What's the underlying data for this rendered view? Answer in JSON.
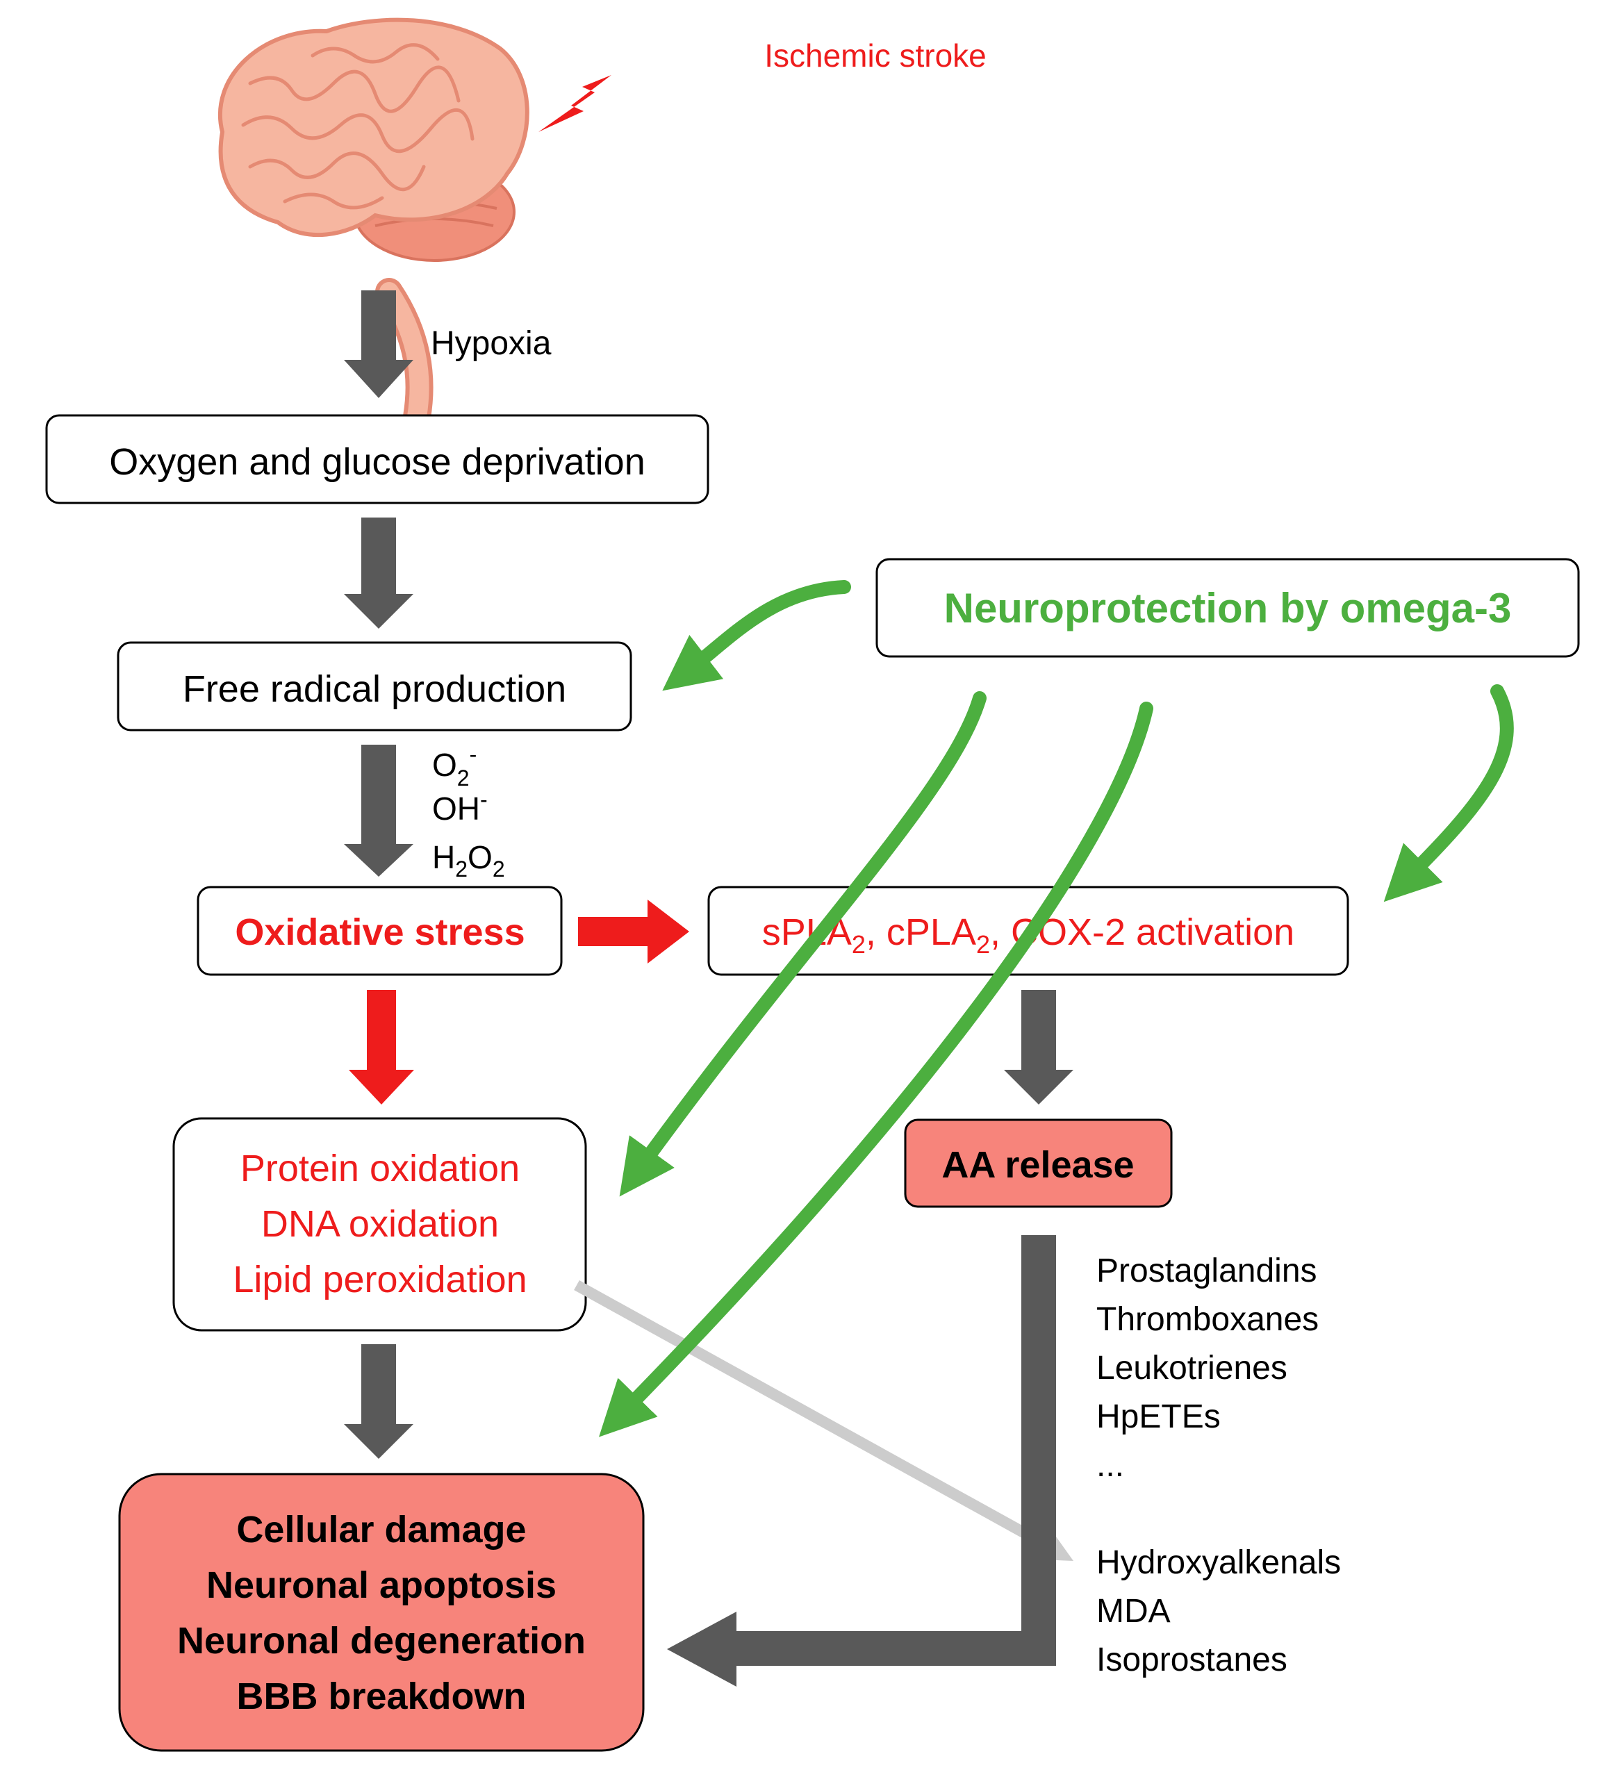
{
  "stroke_label": "Ischemic stroke",
  "hypoxia_label": "Hypoxia",
  "boxes": {
    "ogd": "Oxygen and glucose deprivation",
    "free_radical": "Free radical production",
    "oxidative_stress": "Oxidative stress",
    "pla2_base": {
      "s": "sPLA",
      "sub": "2",
      "c": ", cPLA",
      "rest": ", COX-2 activation"
    },
    "neuroprotection": "Neuroprotection by omega-3",
    "aa_release": "AA release",
    "oxidation": [
      "Protein oxidation",
      "DNA oxidation",
      "Lipid peroxidation"
    ],
    "damage": [
      "Cellular damage",
      "Neuronal apoptosis",
      "Neuronal degeneration",
      "BBB breakdown"
    ]
  },
  "radicals": {
    "o2": {
      "base": "O",
      "sub": "2",
      "sup": "-"
    },
    "oh": {
      "base": "OH",
      "sup": "-"
    },
    "h2o2": {
      "h": "H",
      "sub1": "2",
      "o": "O",
      "sub2": "2"
    }
  },
  "aa_products": [
    "Prostaglandins",
    "Thromboxanes",
    "Leukotrienes",
    "HpETEs",
    "..."
  ],
  "lipid_products": [
    "Hydroxyalkenals",
    "MDA",
    "Isoprostanes"
  ],
  "colors": {
    "red": "#ee1c1c",
    "green": "#4caf3f",
    "gray": "#595959",
    "light_gray": "#cccccc",
    "salmon": "#f7847b",
    "brain_fill": "#f6b6a0",
    "brain_stroke": "#e58a73"
  }
}
